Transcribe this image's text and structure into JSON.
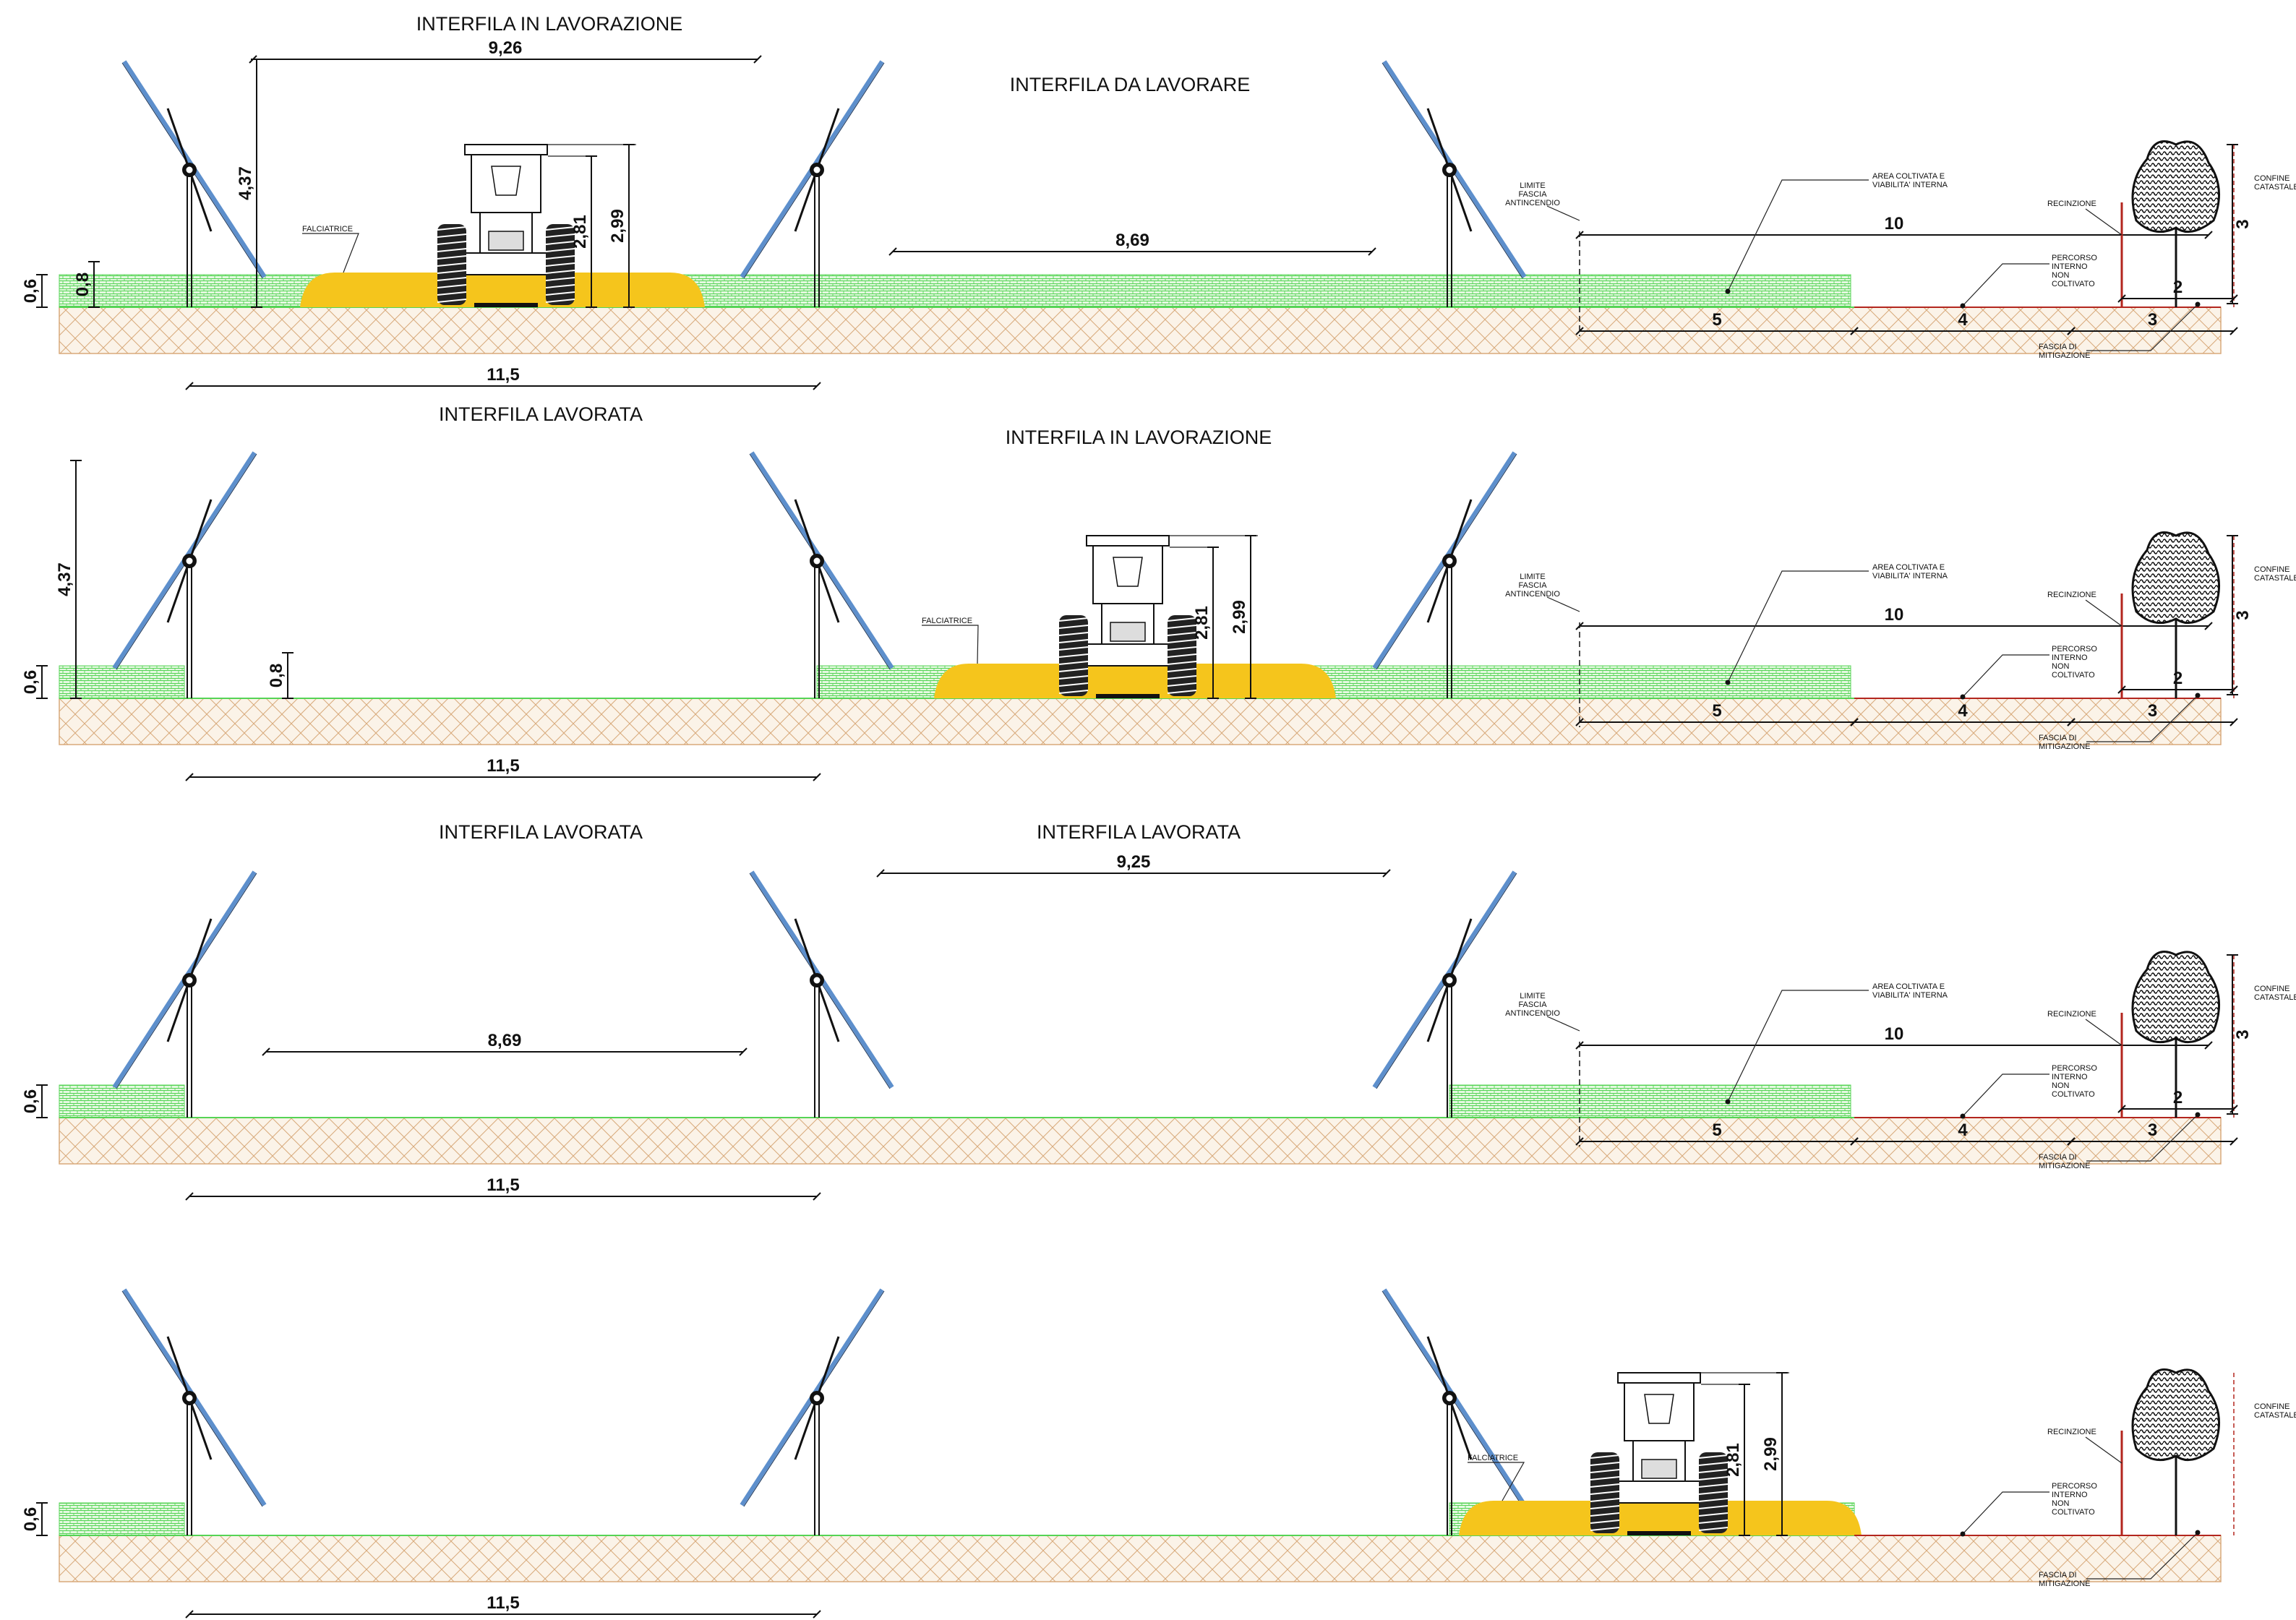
{
  "colors": {
    "soil_fill": "#fbf3e8",
    "soil_hatch": "#d8a97a",
    "grass_fill": "#e5f8e1",
    "grass_hatch": "#55d455",
    "panel": "#5d8fcc",
    "mower": "#f5c51c",
    "line": "#111111",
    "red": "#b3261e"
  },
  "sections": [
    {
      "titles": [
        "INTERFILA IN  LAVORAZIONE",
        "INTERFILA DA  LAVORARE"
      ],
      "dims": {
        "span_top": "9,26",
        "height_tall": "4,37",
        "gap": "8,69",
        "pitch": "11,5",
        "h_tractor_a": "2,81",
        "h_tractor_b": "2,99",
        "ground_a": "0,6",
        "ground_b": "0,8",
        "buffer_total": "10",
        "seg_a": "5",
        "seg_b": "4",
        "seg_c": "3",
        "seg_d": "2",
        "tree_h": "3"
      },
      "labels": {
        "mower": "FALCIATRICE",
        "fire": [
          "LIMITE",
          "FASCIA",
          "ANTINCENDIO"
        ],
        "area": [
          "AREA COLTIVATA E",
          "VIABILITA' INTERNA"
        ],
        "path": [
          "PERCORSO",
          "INTERNO",
          "NON",
          "COLTIVATO"
        ],
        "fence": "RECINZIONE",
        "boundary": [
          "CONFINE",
          "CATASTALE"
        ],
        "mitigation": [
          "FASCIA DI",
          "MITIGAZIONE"
        ]
      }
    },
    {
      "titles": [
        "INTERFILA LAVORATA",
        "INTERFILA IN  LAVORAZIONE"
      ],
      "dims": {
        "height_tall": "4,37",
        "pitch": "11,5",
        "h_tractor_a": "2,81",
        "h_tractor_b": "2,99",
        "ground_a": "0,6",
        "ground_b": "0,8",
        "buffer_total": "10",
        "seg_a": "5",
        "seg_b": "4",
        "seg_c": "3",
        "seg_d": "2",
        "tree_h": "3"
      },
      "labels": {
        "mower": "FALCIATRICE",
        "fire": [
          "LIMITE",
          "FASCIA",
          "ANTINCENDIO"
        ],
        "area": [
          "AREA COLTIVATA E",
          "VIABILITA' INTERNA"
        ],
        "path": [
          "PERCORSO",
          "INTERNO",
          "NON",
          "COLTIVATO"
        ],
        "fence": "RECINZIONE",
        "boundary": [
          "CONFINE",
          "CATASTALE"
        ],
        "mitigation": [
          "FASCIA DI",
          "MITIGAZIONE"
        ]
      }
    },
    {
      "titles": [
        "INTERFILA LAVORATA",
        "INTERFILA LAVORATA"
      ],
      "dims": {
        "span_top": "9,25",
        "gap": "8,69",
        "pitch": "11,5",
        "ground_a": "0,6",
        "buffer_total": "10",
        "seg_a": "5",
        "seg_b": "4",
        "seg_c": "3",
        "seg_d": "2",
        "tree_h": "3"
      },
      "labels": {
        "fire": [
          "LIMITE",
          "FASCIA",
          "ANTINCENDIO"
        ],
        "area": [
          "AREA COLTIVATA E",
          "VIABILITA' INTERNA"
        ],
        "path": [
          "PERCORSO",
          "INTERNO",
          "NON",
          "COLTIVATO"
        ],
        "fence": "RECINZIONE",
        "boundary": [
          "CONFINE",
          "CATASTALE"
        ],
        "mitigation": [
          "FASCIA DI",
          "MITIGAZIONE"
        ]
      }
    },
    {
      "titles": [],
      "dims": {
        "pitch": "11,5",
        "h_tractor_a": "2,81",
        "h_tractor_b": "2,99",
        "ground_a": "0,6"
      },
      "labels": {
        "mower": "FALCIATRICE",
        "path": [
          "PERCORSO",
          "INTERNO",
          "NON",
          "COLTIVATO"
        ],
        "fence": "RECINZIONE",
        "boundary": [
          "CONFINE",
          "CATASTALE"
        ],
        "mitigation": [
          "FASCIA DI",
          "MITIGAZIONE"
        ]
      }
    }
  ]
}
